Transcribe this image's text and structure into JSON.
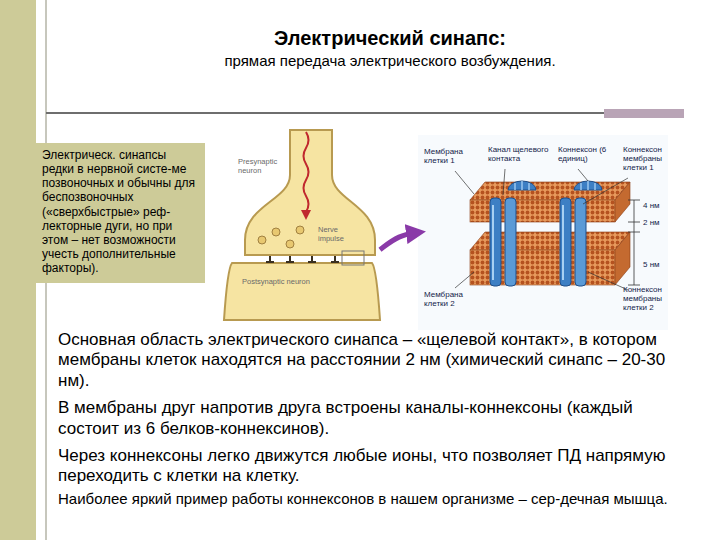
{
  "diagram": {
    "title": "Электрический синапс:",
    "nodes": [
      {
        "text": [
          "Электрическ. синапсы редки в нервной систе-ме позвоночных и обычны для беспозвоночных («сверхбыстрые» реф-лекторные дуги, но при этом – нет возможности учесть дополнительные факторы)."
        ]
      },
      {
        "text": [
          "Presynaptic neuron",
          "Nerve impulse",
          "Postsynaptic neuron"
        ]
      },
      {
        "text": [
          "Мембрана клетки 1",
          "Канал щелевого контакта",
          "Коннексон (6 единиц)",
          "Коннексон мембраны клетки 1",
          "4 нм",
          "2 нм",
          "5 нм",
          "Мембрана клетки 2",
          "Коннексон мембраны клетки 2"
        ]
      }
    ],
    "edges": [
      {
        "from": 1,
        "to": 2,
        "arrow": "to"
      }
    ],
    "labels": [
      "прямая передача электрического возбуждения.",
      "Основная область электрического синапса – «щелевой контакт», в котором мембраны клеток находятся на расстоянии 2 нм (химический синапс – 20-30 нм).",
      "В мембраны друг напротив друга встроены каналы-коннексоны (каждый состоит из 6 белков-коннексинов).",
      "Через коннексоны легко движутся любые ионы, что позволяет ПД напрямую переходить с клетки на клетку.",
      "Наиболее яркий пример работы коннексонов в нашем организме – сер-дечная мышца."
    ]
  }
}
